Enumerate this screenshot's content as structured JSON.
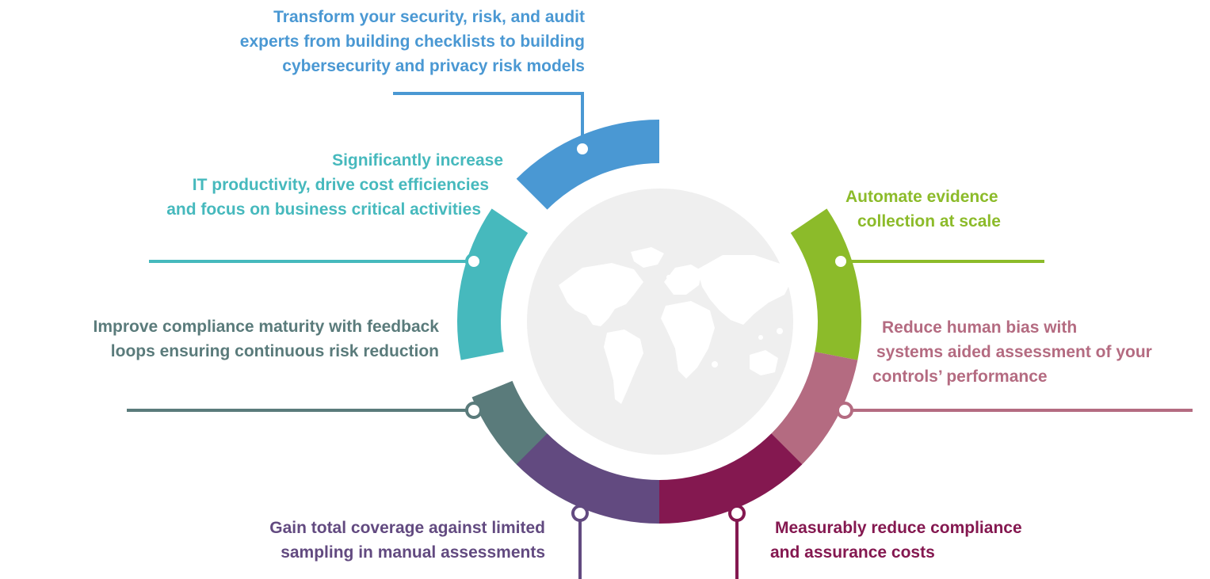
{
  "colors": {
    "blue": "#4a98d3",
    "teal": "#46b9bd",
    "slate": "#5a7b7b",
    "purple": "#624a80",
    "green": "#8cbb2a",
    "rose": "#b46b81",
    "magenta": "#841850",
    "globe_bg": "#efefef",
    "continents": "#ffffff"
  },
  "center_icon": "world-map-icon",
  "items": [
    {
      "id": "transform",
      "color": "blue",
      "lines": [
        "Transform your security, risk, and audit",
        "experts from building checklists to building",
        "cybersecurity and privacy risk models"
      ]
    },
    {
      "id": "productivity",
      "color": "teal",
      "lines": [
        "Significantly increase",
        "IT productivity, drive cost efficiencies",
        "and focus on business critical activities"
      ]
    },
    {
      "id": "maturity",
      "color": "slate",
      "lines": [
        "Improve compliance maturity with feedback",
        "loops ensuring continuous risk reduction"
      ]
    },
    {
      "id": "coverage",
      "color": "purple",
      "lines": [
        "Gain total coverage against limited",
        "sampling in manual assessments"
      ]
    },
    {
      "id": "evidence",
      "color": "green",
      "lines": [
        "Automate evidence",
        "collection at scale"
      ]
    },
    {
      "id": "bias",
      "color": "rose",
      "lines": [
        "Reduce human bias with",
        "systems aided assessment of your",
        "controls’ performance"
      ]
    },
    {
      "id": "costs",
      "color": "magenta",
      "lines": [
        "Measurably reduce compliance",
        "and assurance costs"
      ]
    }
  ]
}
